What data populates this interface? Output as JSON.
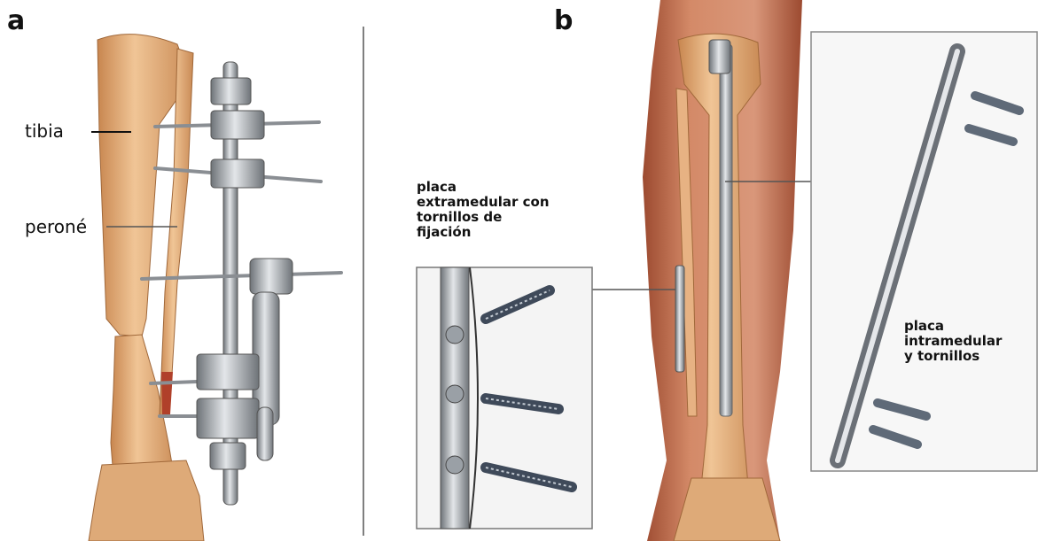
{
  "panels": {
    "a": {
      "letter": "a",
      "labels": {
        "tibia": "tibia",
        "perone": "peroné"
      }
    },
    "b": {
      "letter": "b",
      "extramedullary": [
        "placa",
        "extramedular con",
        "tornillos de",
        "fijación"
      ],
      "intramedullary": [
        "placa",
        "intramedular",
        "y tornillos"
      ]
    }
  },
  "colors": {
    "bone": "#e8b07e",
    "bone_dark": "#c8864f",
    "muscle": "#c7684a",
    "metal": "#a9adb2",
    "metal_dark": "#5f6368"
  }
}
